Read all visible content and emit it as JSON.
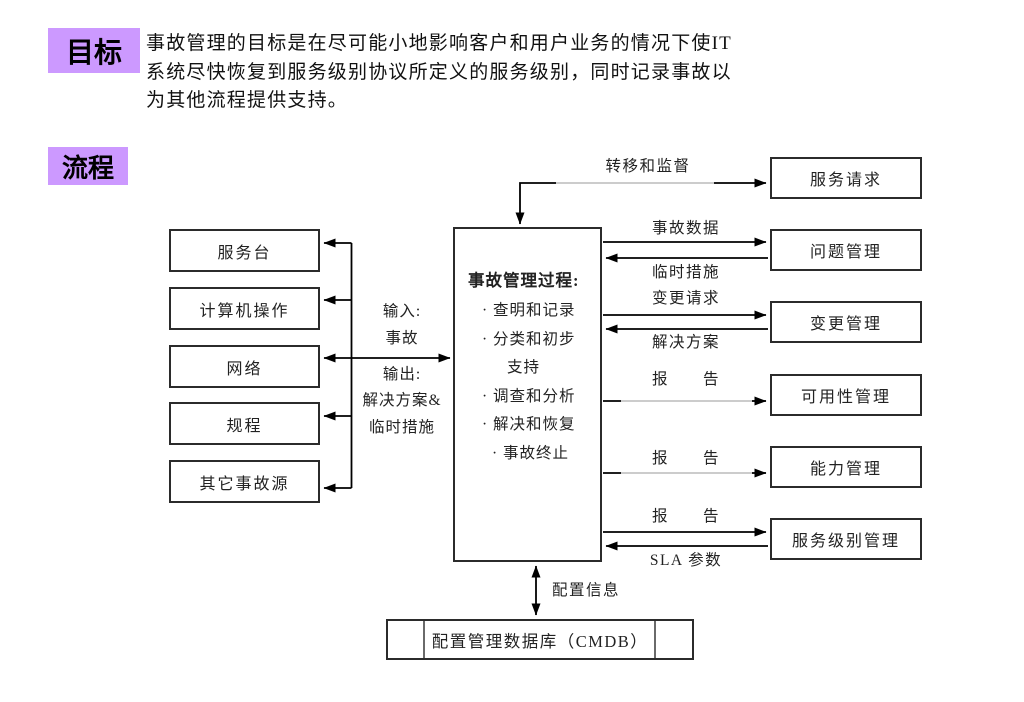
{
  "colors": {
    "accent": "#CC99FF",
    "line": "#000000",
    "thin_line": "#999999",
    "text": "#1a1a1a"
  },
  "goal": {
    "label": "目标",
    "lines": [
      "事故管理的目标是在尽可能小地影响客户和用户业务的情况下使IT",
      "系统尽快恢复到服务级别协议所定义的服务级别，同时记录事故以",
      "为其他流程提供支持。"
    ]
  },
  "process": {
    "label": "流程",
    "sources": [
      "服务台",
      "计算机操作",
      "网络",
      "规程",
      "其它事故源"
    ],
    "io": {
      "input_title": "输入:",
      "input_item": "事故",
      "output_title": "输出:",
      "output_item_1": "解决方案&",
      "output_item_2": "临时措施"
    },
    "center": {
      "title": "事故管理过程:",
      "steps": [
        "· 查明和记录",
        "· 分类和初步",
        "支持",
        "· 调查和分析",
        "· 解决和恢复",
        "· 事故终止"
      ]
    },
    "flows": {
      "transfer": "转移和监督",
      "incident_data": "事故数据",
      "temp_measures": "临时措施",
      "change_request": "变更请求",
      "solution": "解决方案",
      "report": "报　　告",
      "sla_params": "SLA 参数",
      "config_info": "配置信息"
    },
    "targets": [
      "服务请求",
      "问题管理",
      "变更管理",
      "可用性管理",
      "能力管理",
      "服务级别管理"
    ],
    "cmdb_label": "配置管理数据库（CMDB）"
  }
}
